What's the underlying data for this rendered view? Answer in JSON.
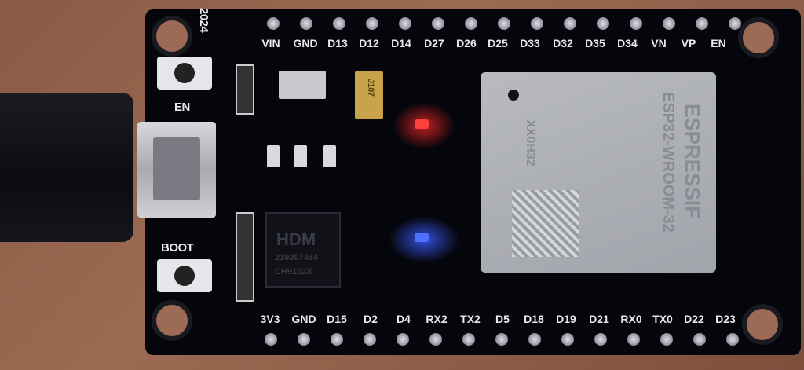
{
  "scene": {
    "subject": "ESP32 development board with micro-USB cable attached",
    "year_mark": "2024"
  },
  "top_header": {
    "pins": [
      "VIN",
      "GND",
      "D13",
      "D12",
      "D14",
      "D27",
      "D26",
      "D25",
      "D33",
      "D32",
      "D35",
      "D34",
      "VN",
      "VP",
      "EN"
    ]
  },
  "bottom_header": {
    "pins": [
      "3V3",
      "GND",
      "D15",
      "D2",
      "D4",
      "RX2",
      "TX2",
      "D5",
      "D18",
      "D19",
      "D21",
      "RX0",
      "TX0",
      "D22",
      "D23"
    ]
  },
  "buttons": {
    "en_label": "EN",
    "boot_label": "BOOT"
  },
  "module": {
    "brand": "ESPRESSIF",
    "model": "ESP32-WROOM-32",
    "code": "XX0H32"
  },
  "usb_chip": {
    "logo": "HDM",
    "lot": "210207434",
    "part": "CH9102X"
  },
  "tantalum_cap": {
    "marking": "J107"
  },
  "leds": {
    "power_color": "#ff2020",
    "status_color": "#3050ff"
  }
}
